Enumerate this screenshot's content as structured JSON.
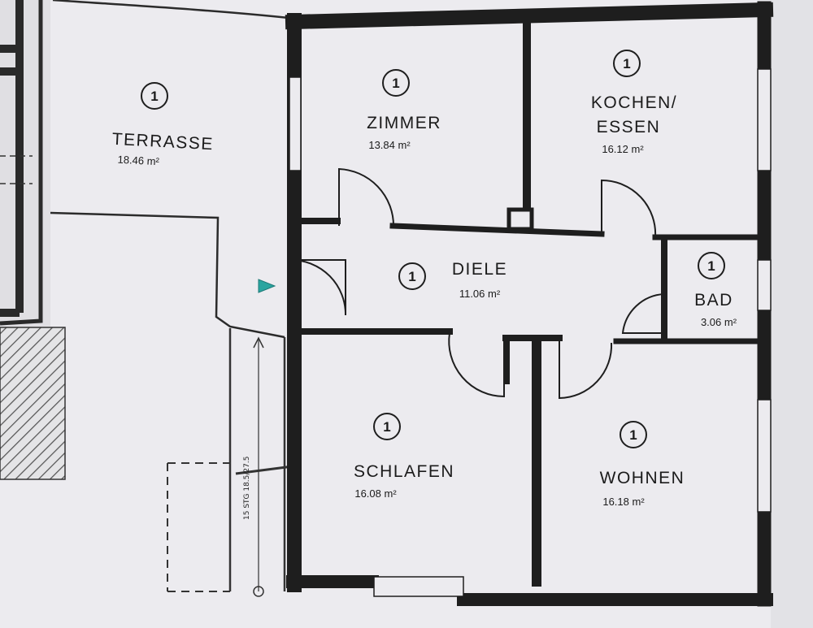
{
  "plan": {
    "floor_marker": "1",
    "stair_note": "15 STG 18.5/27.5",
    "rooms": [
      {
        "id": "terrasse",
        "name": "TERRASSE",
        "area": "18.46 m²"
      },
      {
        "id": "zimmer",
        "name": "ZIMMER",
        "area": "13.84 m²"
      },
      {
        "id": "kochen-essen",
        "name_line1": "KOCHEN/",
        "name_line2": "ESSEN",
        "area": "16.12 m²"
      },
      {
        "id": "diele",
        "name": "DIELE",
        "area": "11.06 m²"
      },
      {
        "id": "bad",
        "name": "BAD",
        "area": "3.06 m²"
      },
      {
        "id": "schlafen",
        "name": "SCHLAFEN",
        "area": "16.08 m²"
      },
      {
        "id": "wohnen",
        "name": "WOHNEN",
        "area": "16.18 m²"
      }
    ],
    "colors": {
      "wall": "#1e1e1e",
      "paper": "#ecebef",
      "entry_marker": "#2aa5a0"
    }
  }
}
